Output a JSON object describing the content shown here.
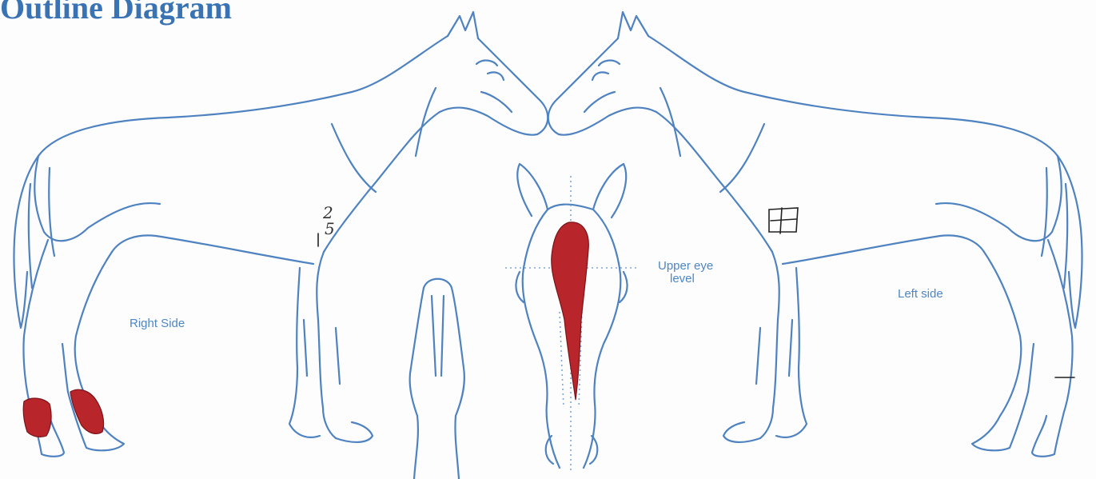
{
  "title": "Outline Diagram",
  "labels": {
    "right_side": "Right Side",
    "left_side": "Left side",
    "upper_eye_level_line1": "Upper eye",
    "upper_eye_level_line2": "level"
  },
  "annotations": {
    "right_number_top": "2",
    "right_number_bottom": "5"
  },
  "colors": {
    "outline": "#4e82c0",
    "marking": "#b8262b",
    "title": "#3a73b3"
  }
}
